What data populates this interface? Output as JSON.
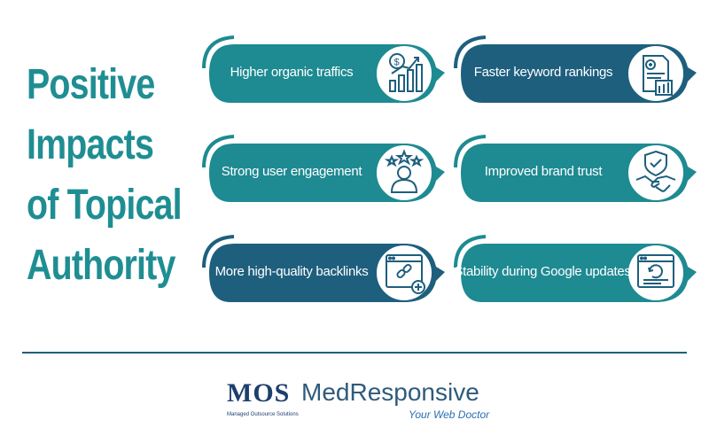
{
  "title": {
    "line1": "Positive",
    "line2": "Impacts",
    "line3": "of Topical",
    "line4": "Authority"
  },
  "colors": {
    "teal": "#1e8a92",
    "dark_teal": "#1e5f7e",
    "title": "#1f8e93",
    "divider": "#1f5f7a"
  },
  "cards": [
    {
      "label": "Higher organic traffics",
      "icon": "growth-chart-icon"
    },
    {
      "label": "Faster keyword rankings",
      "icon": "document-ranking-icon"
    },
    {
      "label": "Strong user engagement",
      "icon": "user-stars-icon"
    },
    {
      "label": "Improved brand trust",
      "icon": "handshake-shield-icon"
    },
    {
      "label": "More high-quality backlinks",
      "icon": "browser-link-icon"
    },
    {
      "label": "Stability during Google updates",
      "icon": "browser-update-icon"
    }
  ],
  "footer": {
    "mos": "MOS",
    "mos_sub": "Managed Outsource Solutions",
    "brand": "MedResponsive",
    "tagline": "Your Web Doctor"
  }
}
